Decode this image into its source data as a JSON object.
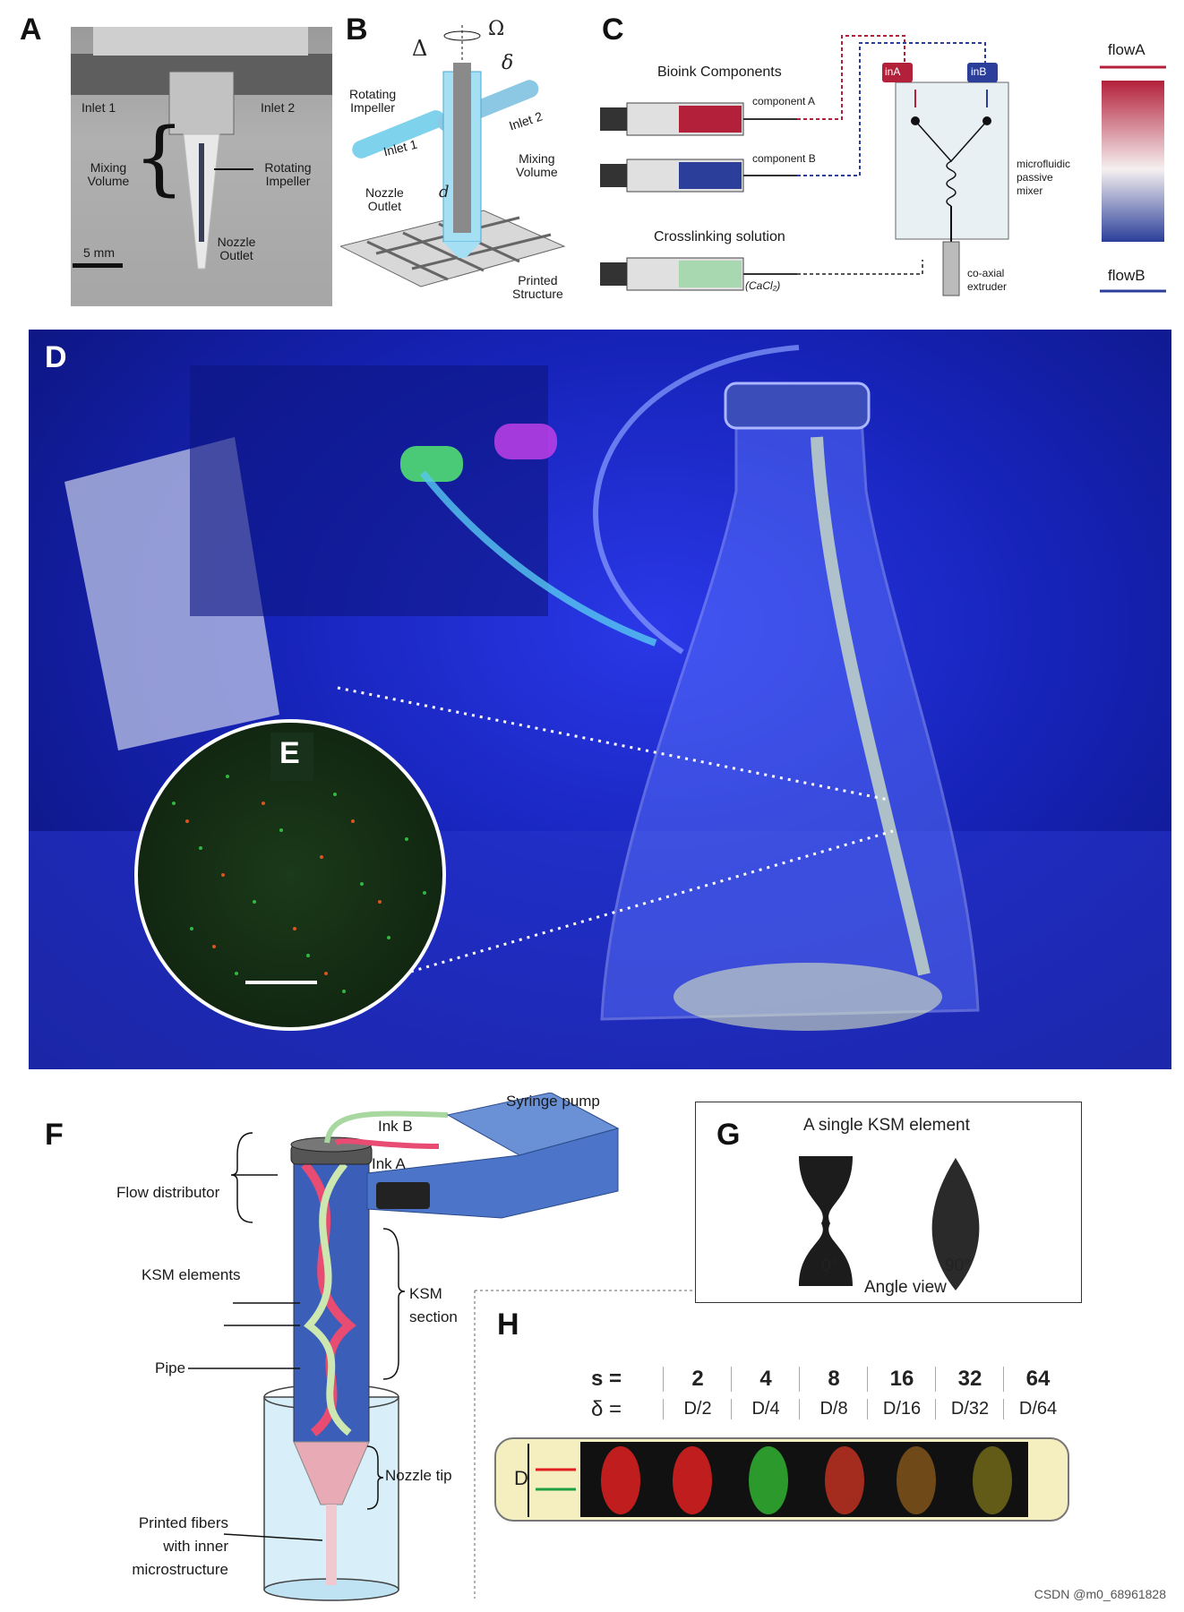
{
  "panels": {
    "A": {
      "label": "A",
      "inlet1": "Inlet 1",
      "inlet2": "Inlet 2",
      "mixing_volume": "Mixing\nVolume",
      "rotating_impeller": "Rotating\nImpeller",
      "nozzle_outlet": "Nozzle\nOutlet",
      "scale": "5 mm"
    },
    "B": {
      "label": "B",
      "delta_big": "Δ",
      "omega": "Ω",
      "delta_small": "δ",
      "d": "d",
      "rotating_impeller": "Rotating\nImpeller",
      "inlet1": "Inlet 1",
      "inlet2": "Inlet 2",
      "mixing_volume": "Mixing\nVolume",
      "nozzle_outlet": "Nozzle\nOutlet",
      "printed_structure": "Printed\nStructure"
    },
    "C": {
      "label": "C",
      "bioink_components": "Bioink Components",
      "component_a": "component A",
      "component_b": "component B",
      "crosslinking": "Crosslinking solution",
      "cacl2": "(CaCl₂)",
      "in_a": "inA",
      "in_b": "inB",
      "mixer": "microfluidic\npassive\nmixer",
      "extruder": "co-axial\nextruder",
      "flow_a": "flowA",
      "flow_b": "flowB",
      "color_a": "#b3203a",
      "color_b": "#2b3f9a",
      "color_cross": "#a8d8b0"
    },
    "D": {
      "label": "D"
    },
    "E": {
      "label": "E"
    },
    "F": {
      "label": "F",
      "ink_b": "Ink B",
      "ink_a": "Ink A",
      "syringe_pump": "Syringe pump",
      "flow_distributor": "Flow distributor",
      "ksm_elements": "KSM elements",
      "ksm_section": "KSM\nsection",
      "pipe": "Pipe",
      "nozzle_tip": "Nozzle tip",
      "printed_fibers": "Printed fibers\nwith inner\nmicrostructure"
    },
    "G": {
      "label": "G",
      "title": "A single KSM element",
      "angle0": "0°",
      "angle90": "90°",
      "angle_view": "Angle view"
    },
    "H": {
      "label": "H",
      "s_label": "s =",
      "delta_label": "δ =",
      "s_values": [
        "2",
        "4",
        "8",
        "16",
        "32",
        "64"
      ],
      "delta_values": [
        "D/2",
        "D/4",
        "D/8",
        "D/16",
        "D/32",
        "D/64"
      ],
      "D": "D"
    }
  },
  "watermark": "CSDN @m0_68961828"
}
